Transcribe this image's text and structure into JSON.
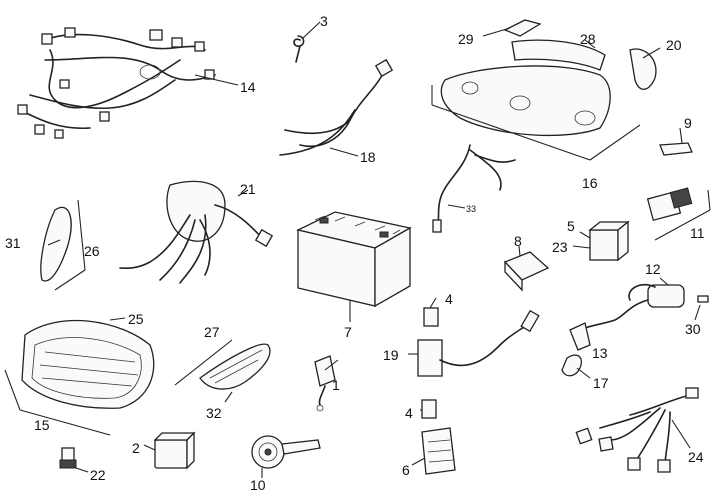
{
  "labels": {
    "p1": "1",
    "p2": "2",
    "p3": "3",
    "p4a": "4",
    "p4b": "4",
    "p5": "5",
    "p6": "6",
    "p7": "7",
    "p8": "8",
    "p9": "9",
    "p10": "10",
    "p11": "11",
    "p12": "12",
    "p13": "13",
    "p14": "14",
    "p15": "15",
    "p16": "16",
    "p17": "17",
    "p18": "18",
    "p19": "19",
    "p20": "20",
    "p21": "21",
    "p22": "22",
    "p23": "23",
    "p24": "24",
    "p25": "25",
    "p26": "26",
    "p27": "27",
    "p28": "28",
    "p29": "29",
    "p30": "30",
    "p31": "31",
    "p32": "32",
    "p33": "33"
  }
}
